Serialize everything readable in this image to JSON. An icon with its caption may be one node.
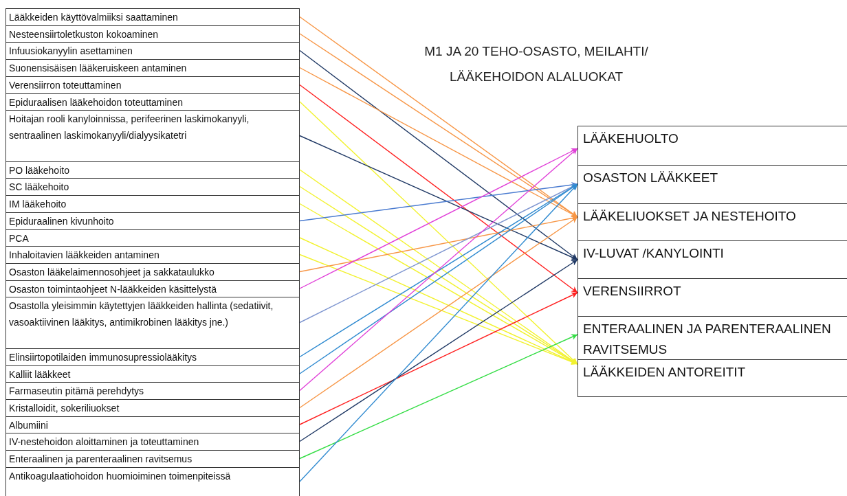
{
  "diagram": {
    "title": "M1 JA 20 TEHO-OSASTO, MEILAHTI/ LÄÄKEHOIDON ALALUOKAT",
    "nodes": [
      {
        "text": [
          "Lääkkeiden käyttövalmiiksi saattaminen"
        ]
      },
      {
        "text": [
          "Nesteensiirtoletkuston kokoaminen"
        ]
      },
      {
        "text": [
          "Infuusiokanyylin asettaminen"
        ]
      },
      {
        "text": [
          "Suonensisäisen lääkeruiskeen antaminen"
        ]
      },
      {
        "text": [
          "Verensiirron toteuttaminen"
        ]
      },
      {
        "text": [
          "Epiduraalisen lääkehoidon toteuttaminen"
        ]
      },
      {
        "text": [
          "Hoitajan rooli kanyloinnissa, perifeerinen laskimokanyyli, sentraalinen laskimokanyyli/dialyysikatetri"
        ]
      },
      {
        "text": [
          "PO lääkehoito"
        ]
      },
      {
        "text": [
          "SC lääkehoito"
        ]
      },
      {
        "text": [
          "IM lääkehoito"
        ]
      },
      {
        "text": [
          "Epiduraalinen kivunhoito"
        ]
      },
      {
        "text": [
          "PCA"
        ]
      },
      {
        "text": [
          "Inhaloitavien lääkkeiden antaminen"
        ]
      },
      {
        "text": [
          "Osaston lääkelaimennosohjeet ja sakkataulukko"
        ]
      },
      {
        "text": [
          "Osaston toimintaohjeet N-lääkkeiden käsittelystä"
        ]
      },
      {
        "text": [
          "Osastolla yleisimmin käytettyjen lääkkeiden hallinta (sedatiivit, vasoaktiivinen lääkitys, antimikrobinen lääkitys jne.)"
        ]
      },
      {
        "text": [
          "Elinsiirtopotilaiden immunosupressiolääkitys"
        ]
      },
      {
        "text": [
          "Kalliit lääkkeet"
        ]
      },
      {
        "text": [
          "Farmaseutin pitämä perehdytys"
        ]
      },
      {
        "text": [
          "Kristalloidit, sokeriliuokset"
        ]
      },
      {
        "text": [
          "Albumiini"
        ]
      },
      {
        "text": [
          "IV-nestehoidon aloittaminen ja toteuttaminen"
        ]
      },
      {
        "text": [
          "Enteraalinen ja parenteraalinen ravitsemus"
        ]
      },
      {
        "text": [
          "Antikoagulaatiohoidon huomioiminen toimenpiteissä"
        ]
      },
      {
        "text": [
          "LÄÄKEHUOLTO"
        ]
      },
      {
        "text": [
          "OSASTON LÄÄKKEET"
        ]
      },
      {
        "text": [
          "LÄÄKELIUOKSET JA NESTEHOITO"
        ]
      },
      {
        "text": [
          "IV-LUVAT /KANYLOINTI"
        ]
      },
      {
        "text": [
          "VERENSIIRROT"
        ]
      },
      {
        "text": [
          "ENTERAALINEN JA PARENTERAALINEN RAVITSEMUS"
        ]
      },
      {
        "text": [
          "LÄÄKKEIDEN ANTOREITIT"
        ]
      }
    ],
    "edges": [
      {
        "from": 0,
        "to": 26,
        "arrow": "to",
        "color": "#f79646"
      },
      {
        "from": 1,
        "to": 26,
        "arrow": "to",
        "color": "#f79646"
      },
      {
        "from": 2,
        "to": 27,
        "arrow": "to",
        "color": "#1f3864"
      },
      {
        "from": 3,
        "to": 26,
        "arrow": "to",
        "color": "#f79646"
      },
      {
        "from": 4,
        "to": 28,
        "arrow": "to",
        "color": "#ff2020"
      },
      {
        "from": 5,
        "to": 30,
        "arrow": "to",
        "color": "#f2f230"
      },
      {
        "from": 6,
        "to": 27,
        "arrow": "to",
        "color": "#1f3864"
      },
      {
        "from": 7,
        "to": 30,
        "arrow": "to",
        "color": "#f2f230"
      },
      {
        "from": 8,
        "to": 30,
        "arrow": "to",
        "color": "#f2f230"
      },
      {
        "from": 9,
        "to": 30,
        "arrow": "to",
        "color": "#f2f230"
      },
      {
        "from": 10,
        "to": 25,
        "arrow": "to",
        "color": "#4a7bd0"
      },
      {
        "from": 11,
        "to": 30,
        "arrow": "to",
        "color": "#f2f230"
      },
      {
        "from": 12,
        "to": 30,
        "arrow": "to",
        "color": "#f2f230"
      },
      {
        "from": 13,
        "to": 26,
        "arrow": "to",
        "color": "#f79646"
      },
      {
        "from": 14,
        "to": 24,
        "arrow": "to",
        "color": "#e040d8"
      },
      {
        "from": 15,
        "to": 25,
        "arrow": "to",
        "color": "#7f96d0"
      },
      {
        "from": 16,
        "to": 25,
        "arrow": "to",
        "color": "#2f8ad0"
      },
      {
        "from": 17,
        "to": 25,
        "arrow": "to",
        "color": "#2f8ad0"
      },
      {
        "from": 18,
        "to": 24,
        "arrow": "to",
        "color": "#e040d8"
      },
      {
        "from": 19,
        "to": 26,
        "arrow": "to",
        "color": "#f79646"
      },
      {
        "from": 20,
        "to": 28,
        "arrow": "to",
        "color": "#ff2020"
      },
      {
        "from": 21,
        "to": 27,
        "arrow": "to",
        "color": "#1f3864"
      },
      {
        "from": 22,
        "to": 29,
        "arrow": "to",
        "color": "#33dd44"
      },
      {
        "from": 23,
        "to": 25,
        "arrow": "to",
        "color": "#2f8ad0"
      }
    ]
  }
}
